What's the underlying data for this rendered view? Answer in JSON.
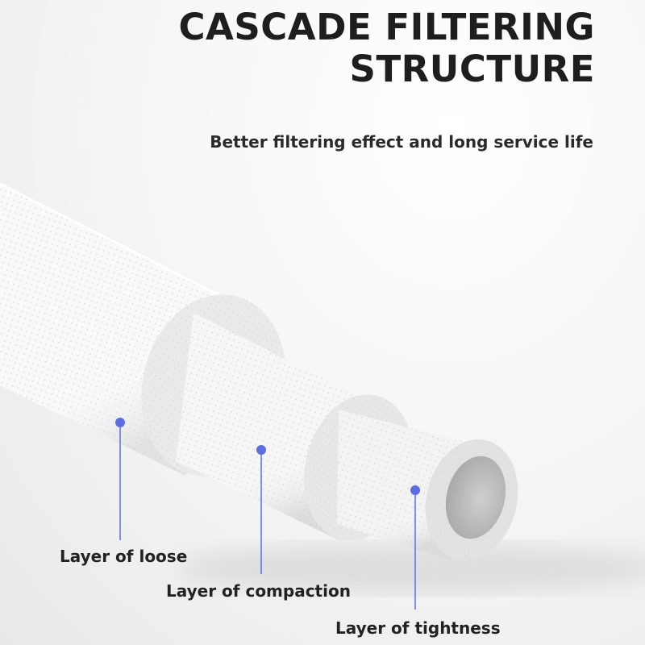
{
  "heading": {
    "line1": "CASCADE FILTERING",
    "line2": "STRUCTURE"
  },
  "subheading": "Better filtering effect and long service life",
  "layers": [
    {
      "label": "Layer of loose"
    },
    {
      "label": "Layer of compaction"
    },
    {
      "label": "Layer of tightness"
    }
  ],
  "colors": {
    "marker": "#5b6fe0",
    "heading": "#1e1e1e",
    "tube": "#f7f7f7"
  }
}
